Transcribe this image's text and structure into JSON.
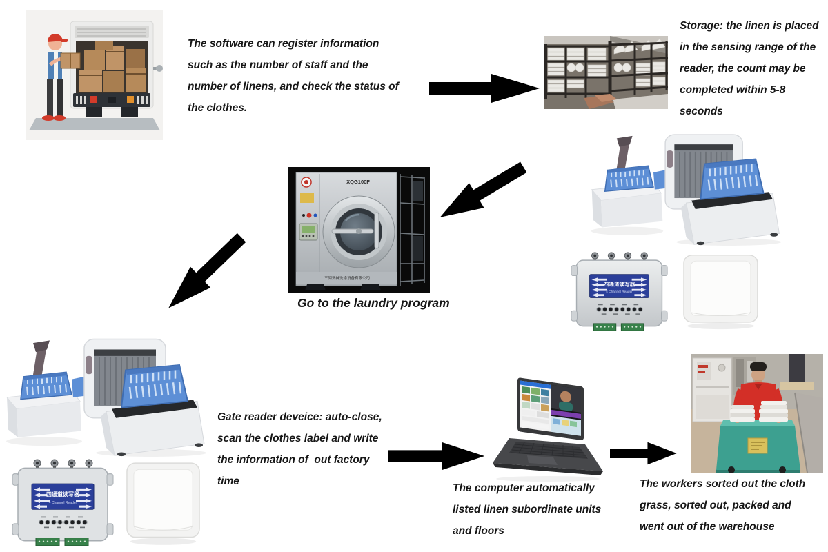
{
  "steps": {
    "register": {
      "lines": [
        "The software can register information",
        "such as the number of staff and the",
        "number of linens, and check the status of",
        "the clothes."
      ]
    },
    "storage": {
      "lines": [
        "Storage: the linen is placed",
        "in the sensing range of the",
        "reader, the count may be",
        "completed within 5-8",
        "seconds"
      ]
    },
    "laundry": {
      "caption": "Go to the laundry program"
    },
    "gate": {
      "lines": [
        "Gate reader deveice: auto-close,",
        "scan the clothes label and write",
        "the information of  out factory",
        "time"
      ]
    },
    "computer": {
      "lines": [
        "The computer automatically",
        "listed linen subordinate units",
        "and floors"
      ]
    },
    "workers": {
      "lines": [
        "The workers sorted out the cloth",
        "grass, sorted out, packed and",
        "went out of the warehouse"
      ]
    }
  },
  "devices": {
    "washer_model": "XQG100F",
    "washer_maker": "三河洗神洗涤设备有限公司",
    "rfid_reader_label_cn": "四通道读写器",
    "rfid_reader_label_en": "4 Channel Reader"
  },
  "icons": {
    "flow_arrow": "solid-black-arrow"
  },
  "colors": {
    "arrow": "#000000",
    "caption_text": "#161616",
    "basket_blue": "#5d8fd6",
    "rfid_label_blue": "#2b3f9a",
    "cart_teal": "#3da090",
    "worker_shirt_red": "#d32f27",
    "truck_accent_red": "#d23b2a"
  }
}
